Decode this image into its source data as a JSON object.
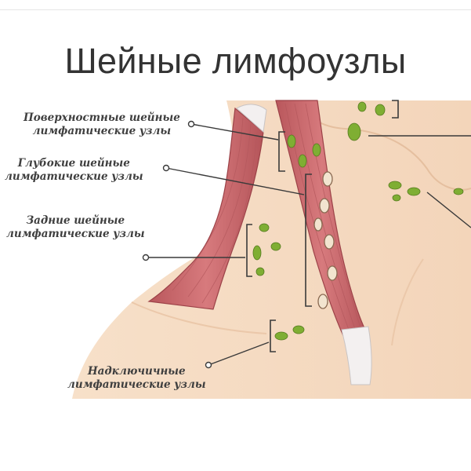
{
  "title": "Шейные лимфоузлы",
  "labels": {
    "superficial": {
      "line1": "Поверхностные шейные",
      "line2": "лимфатические узлы"
    },
    "deep": {
      "line1": "Глубокие шейные",
      "line2": "лимфатические узлы"
    },
    "posterior": {
      "line1": "Задние шейные",
      "line2": "лимфатические узлы"
    },
    "supraclavicular": {
      "line1": "Надключичные",
      "line2": "лимфатические узлы"
    }
  },
  "colors": {
    "skin": "#f6dcc4",
    "skin_edge": "#e9c4a6",
    "muscle": "#cf6e72",
    "muscle_dark": "#a84c52",
    "tendon": "#f4f2f2",
    "node": "#7fae33",
    "node_dark": "#557a1f",
    "deep_node": "#f2e4cf",
    "leader": "#3a3a3a"
  }
}
